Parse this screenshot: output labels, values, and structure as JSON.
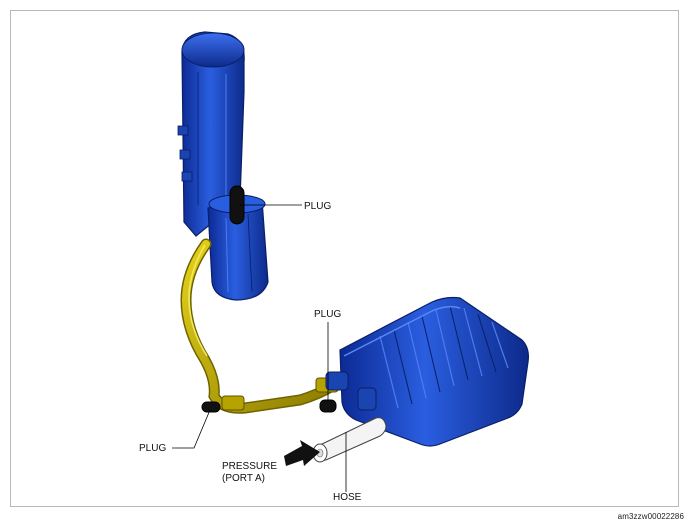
{
  "labels": {
    "plug_top": "PLUG",
    "plug_mid": "PLUG",
    "plug_left": "PLUG",
    "pressure_line1": "PRESSURE",
    "pressure_line2": "(PORT A)",
    "hose": "HOSE"
  },
  "figure_id": "am3zzw00022286",
  "colors": {
    "component_blue": "#1f4fc8",
    "component_dark": "#0d2a8a",
    "hose_yellow": "#c9b400",
    "plug_black": "#111111",
    "frame_border": "#b8b8b8"
  }
}
